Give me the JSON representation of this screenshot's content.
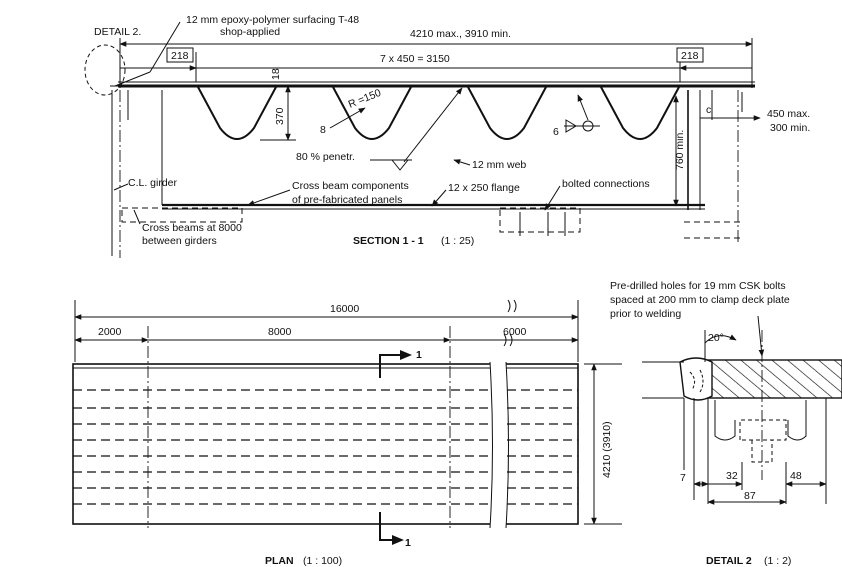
{
  "section": {
    "detail2_label": "DETAIL 2.",
    "surfacing_line1": "12 mm epoxy-polymer surfacing T-48",
    "surfacing_line2": "shop-applied",
    "width_overall": "4210 max., 3910 min.",
    "edge_left": "218",
    "rib_spacing": "7 x 450 = 3150",
    "edge_right": "218",
    "rib_top": "18",
    "rib_depth": "370",
    "rib_radius": "R =150",
    "rib_thickness": "8",
    "weld_size": "6",
    "c_label": "c",
    "overhang_max": "450 max.",
    "overhang_min": "300 min.",
    "girder_depth": "760 min.",
    "penetration": "80 % penetr.",
    "web": "12 mm web",
    "cl_girder": "C.L. girder",
    "crossbeam_line1": "Cross beam components",
    "crossbeam_line2": "of pre-fabricated panels",
    "flange": "12 x 250 flange",
    "bolted": "bolted connections",
    "crossbeams_at_line1": "Cross beams at 8000",
    "crossbeams_at_line2": "between girders",
    "title": "SECTION 1 - 1",
    "scale": "(1 : 25)"
  },
  "plan": {
    "total_length": "16000",
    "seg_left": "2000",
    "seg_mid": "8000",
    "seg_right": "6000",
    "cut_marker": "1",
    "width": "4210 (3910)",
    "title": "PLAN",
    "scale": "(1 : 100)"
  },
  "detail": {
    "note_line1": "Pre-drilled holes for 19 mm CSK bolts",
    "note_line2": "spaced at 200 mm to clamp deck plate",
    "note_line3": "prior to welding",
    "angle": "20°",
    "dim_7": "7",
    "dim_32": "32",
    "dim_48": "48",
    "dim_87": "87",
    "title": "DETAIL 2",
    "scale": "(1 : 2)"
  }
}
